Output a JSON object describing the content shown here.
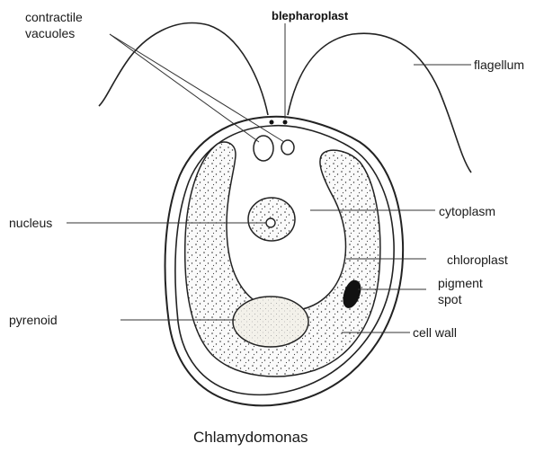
{
  "caption": "Chlamydomonas",
  "labels": {
    "contractile_vacuoles_line1": "contractile",
    "contractile_vacuoles_line2": "vacuoles",
    "blepharoplast": "blepharoplast",
    "flagellum": "flagellum",
    "nucleus": "nucleus",
    "cytoplasm": "cytoplasm",
    "chloroplast": "chloroplast",
    "pigment_spot_line1": "pigment",
    "pigment_spot_line2": "spot",
    "pyrenoid": "pyrenoid",
    "cell_wall": "cell wall"
  }
}
